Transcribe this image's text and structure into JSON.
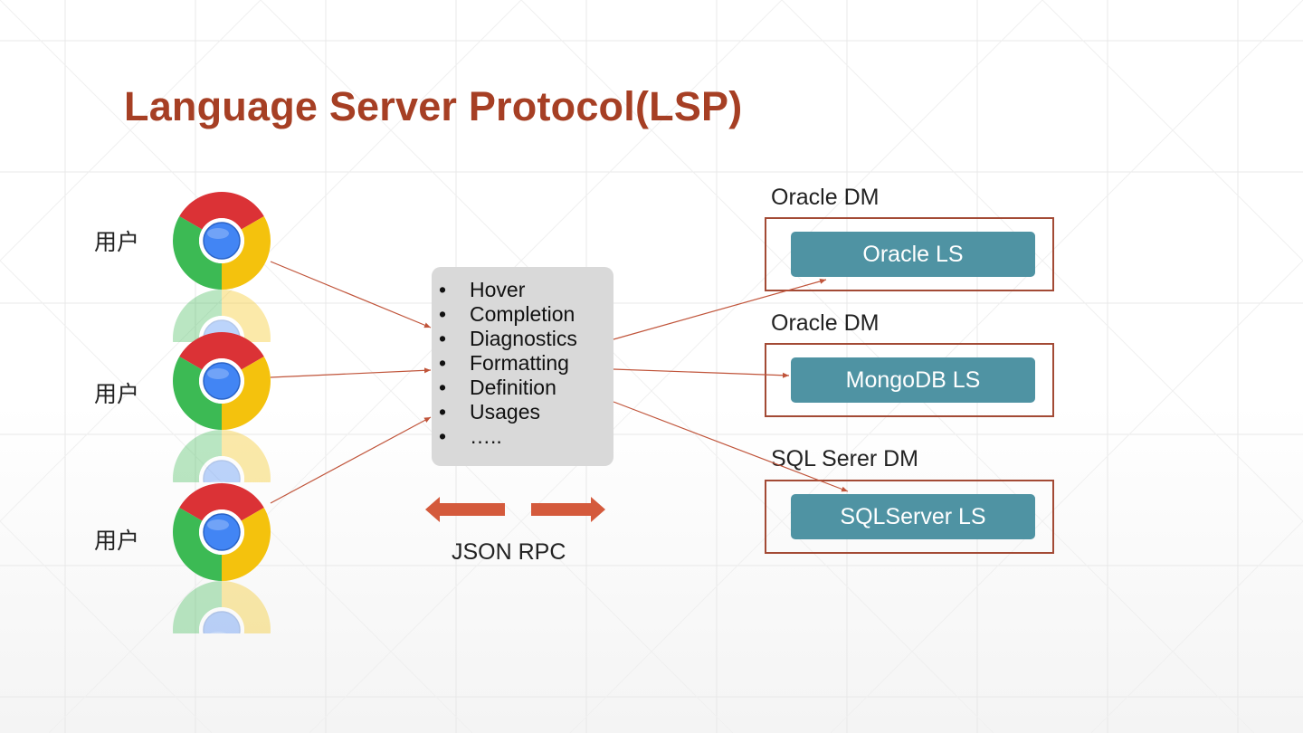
{
  "title": "Language Server Protocol(LSP)",
  "users": [
    {
      "label": "用户"
    },
    {
      "label": "用户"
    },
    {
      "label": "用户"
    }
  ],
  "features": [
    "Hover",
    "Completion",
    "Diagnostics",
    "Formatting",
    "Definition",
    "Usages",
    "….."
  ],
  "bullet": "•",
  "protocol_label": "JSON RPC",
  "servers": [
    {
      "dm": "Oracle DM",
      "ls": "Oracle LS"
    },
    {
      "dm": "Oracle DM",
      "ls": "MongoDB LS"
    },
    {
      "dm": "SQL Serer DM",
      "ls": "SQLServer LS"
    }
  ],
  "colors": {
    "title": "#a63f24",
    "connector": "#c0543a",
    "ls_fill": "#4f93a3",
    "frame": "#a34a35",
    "arrow": "#d45a3c",
    "center_box": "#d9d9d9"
  },
  "icons": {
    "browser": "chrome-browser-icon",
    "protocol": "bidirectional-arrow-icon"
  }
}
